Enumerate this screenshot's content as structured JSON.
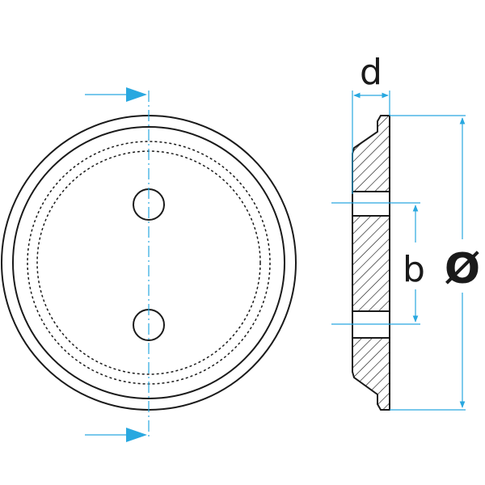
{
  "labels": {
    "thickness": "d",
    "hole_spacing": "b",
    "diameter": "Ø"
  },
  "colors": {
    "line": "#1a1a1a",
    "dimension": "#29a8e0",
    "background": "#ffffff"
  }
}
